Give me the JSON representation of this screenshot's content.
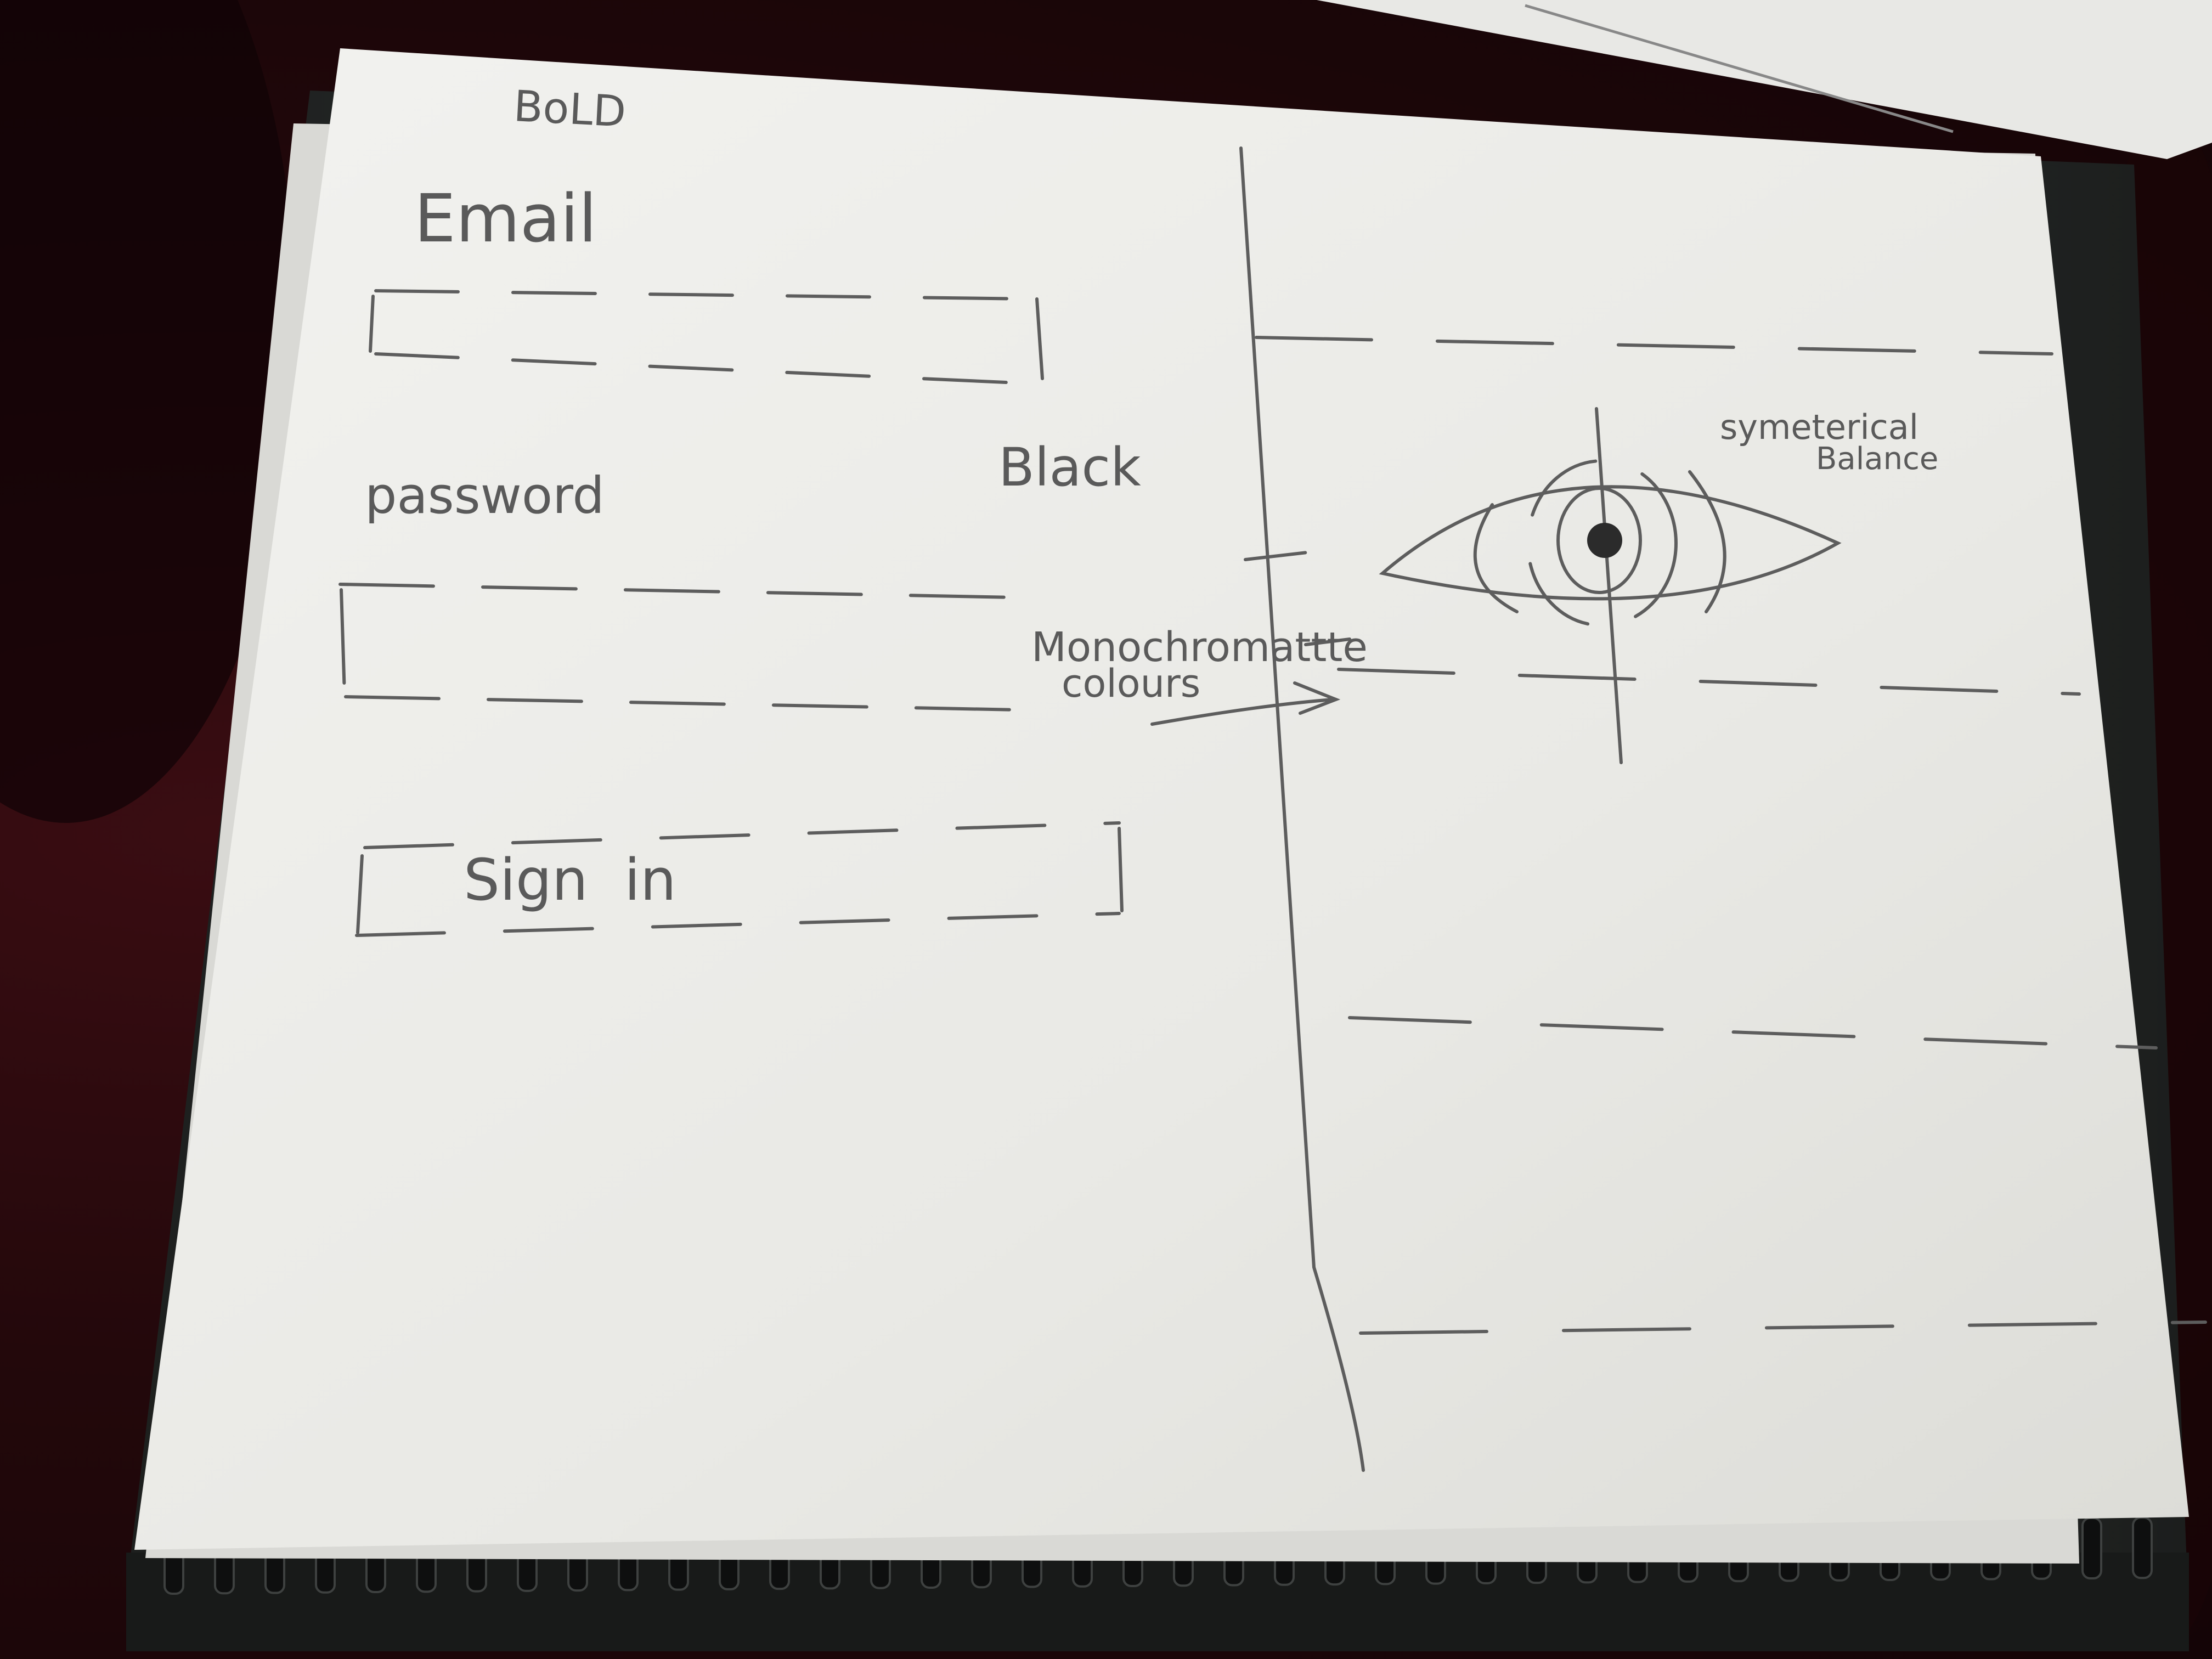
{
  "sketch": {
    "heading": "BoLD",
    "email_label": "Email",
    "password_label": "password",
    "button_label": "Sign  in",
    "note_black": "Black",
    "note_monochrome_line1": "Monochromattte",
    "note_monochrome_line2": "colours",
    "note_balance_line1": "symeterical",
    "note_balance_line2": "Balance",
    "right_panel_illustration": "eye-icon"
  },
  "colors": {
    "background": "#23080b",
    "paper": "#eeeeec",
    "binder": "#2b2d2c",
    "pencil": "#5a5a5a"
  }
}
